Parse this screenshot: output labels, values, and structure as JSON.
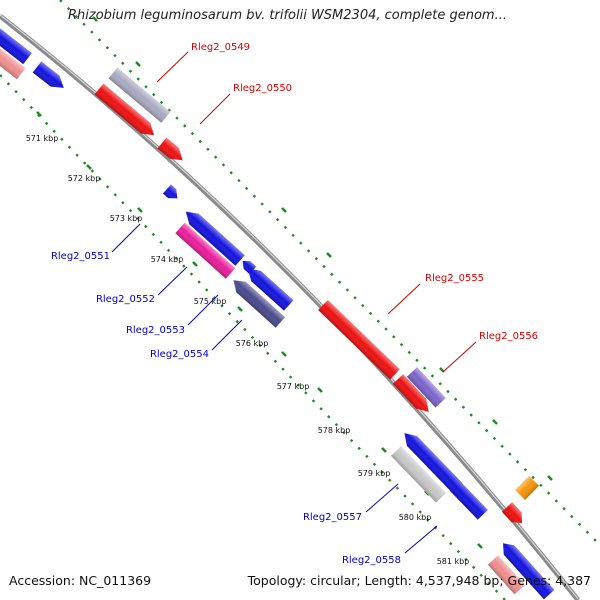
{
  "title": "Rhizobium leguminosarum bv. trifolii WSM2304, complete genom...",
  "footer": {
    "accession": "Accession: NC_011369",
    "topology": "Topology: circular; Length: 4,537,948 bp; Genes: 4,387"
  },
  "colors": {
    "backbone": "#8a8a8a",
    "ruler_dots": "#1e8c1e",
    "forward_label": "#d40000",
    "reverse_label": "#0000c8"
  },
  "kbp_ticks": [
    "571 kbp",
    "572 kbp",
    "573 kbp",
    "574 kbp",
    "575 kbp",
    "576 kbp",
    "577 kbp",
    "578 kbp",
    "579 kbp",
    "580 kbp",
    "581 kbp"
  ],
  "gene_labels": [
    {
      "text": "Rleg2_0549",
      "strand": "forward"
    },
    {
      "text": "Rleg2_0550",
      "strand": "forward"
    },
    {
      "text": "Rleg2_0551",
      "strand": "reverse"
    },
    {
      "text": "Rleg2_0552",
      "strand": "reverse"
    },
    {
      "text": "Rleg2_0553",
      "strand": "reverse"
    },
    {
      "text": "Rleg2_0554",
      "strand": "reverse"
    },
    {
      "text": "Rleg2_0555",
      "strand": "forward"
    },
    {
      "text": "Rleg2_0556",
      "strand": "forward"
    },
    {
      "text": "Rleg2_0557",
      "strand": "reverse"
    },
    {
      "text": "Rleg2_0558",
      "strand": "reverse"
    }
  ]
}
